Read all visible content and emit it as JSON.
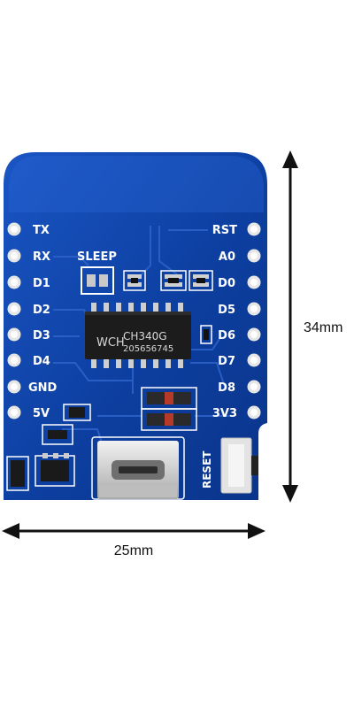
{
  "board": {
    "left_pins": [
      "TX",
      "RX",
      "D1",
      "D2",
      "D3",
      "D4",
      "GND",
      "5V"
    ],
    "right_pins": [
      "RST",
      "A0",
      "D0",
      "D5",
      "D6",
      "D7",
      "D8",
      "3V3"
    ],
    "sleep_label": "SLEEP",
    "reset_label": "RESET",
    "chip": {
      "logo": "WCH",
      "model": "CH340G",
      "serial": "205656745"
    }
  },
  "dimensions": {
    "height": "34mm",
    "width": "25mm"
  },
  "colors": {
    "pcb": "#0d3fa0",
    "silkscreen": "#ffffff",
    "chip": "#1c1c1c",
    "copper_pad": "#c9c9c9"
  }
}
